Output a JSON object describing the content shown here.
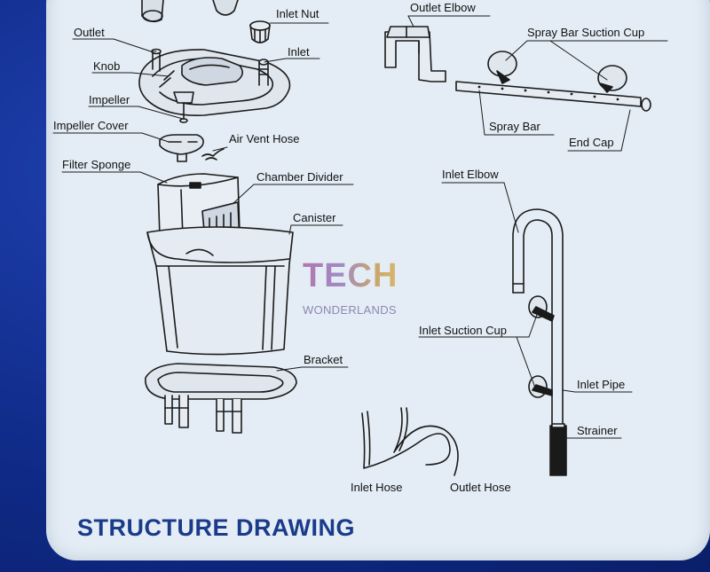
{
  "labels": {
    "inlet_nut": "Inlet Nut",
    "outlet": "Outlet",
    "inlet": "Inlet",
    "knob": "Knob",
    "impeller": "Impeller",
    "impeller_cover": "Impeller Cover",
    "air_vent_hose": "Air Vent Hose",
    "filter_sponge": "Filter Sponge",
    "chamber_divider": "Chamber Divider",
    "canister": "Canister",
    "bracket": "Bracket",
    "outlet_elbow": "Outlet Elbow",
    "spray_bar_suction_cup": "Spray Bar Suction Cup",
    "spray_bar": "Spray Bar",
    "end_cap": "End Cap",
    "inlet_elbow": "Inlet Elbow",
    "inlet_suction_cup": "Inlet Suction Cup",
    "inlet_pipe": "Inlet Pipe",
    "strainer": "Strainer",
    "inlet_hose": "Inlet Hose",
    "outlet_hose": "Outlet Hose"
  },
  "title": "STRUCTURE DRAWING",
  "watermark": {
    "main": "TECH",
    "sub": "WONDERLANDS"
  },
  "colors": {
    "card_background": "#e4edf5",
    "outer_background": "#0f2a86",
    "title_color": "#1a3a8a"
  }
}
